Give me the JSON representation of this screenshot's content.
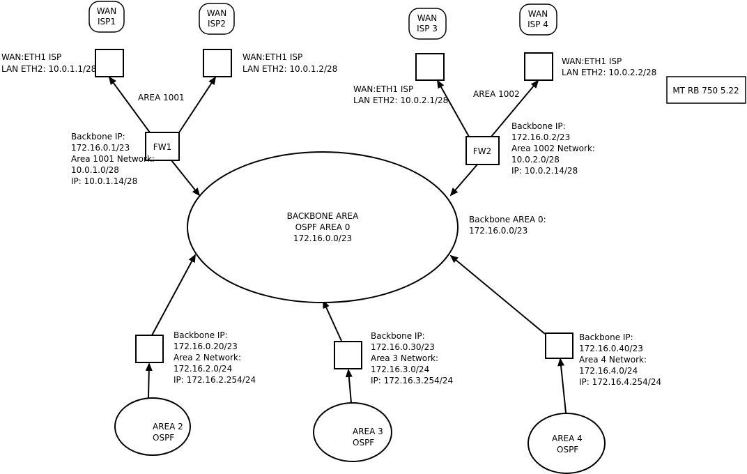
{
  "wan_clouds": {
    "isp1": [
      "WAN",
      "ISP1"
    ],
    "isp2": [
      "WAN",
      "ISP2"
    ],
    "isp3": [
      "WAN",
      "ISP 3"
    ],
    "isp4": [
      "WAN",
      "ISP 4"
    ]
  },
  "router_labels": {
    "r1": [
      "WAN:ETH1 ISP",
      "LAN ETH2: 10.0.1.1/28"
    ],
    "r2": [
      "WAN:ETH1 ISP",
      "LAN ETH2: 10.0.1.2/28"
    ],
    "r3": [
      "WAN:ETH1 ISP",
      "LAN ETH2: 10.0.2.1/28"
    ],
    "r4": [
      "WAN:ETH1 ISP",
      "LAN ETH2: 10.0.2.2/28"
    ]
  },
  "area_labels": {
    "area1001": "AREA 1001",
    "area1002": "AREA 1002"
  },
  "firewalls": {
    "fw1": {
      "name": "FW1",
      "info": [
        "Backbone IP:",
        "172.16.0.1/23",
        "Area 1001 Network:",
        "10.0.1.0/28",
        "IP: 10.0.1.14/28"
      ]
    },
    "fw2": {
      "name": "FW2",
      "info": [
        "Backbone IP:",
        "172.16.0.2/23",
        "Area 1002 Network:",
        "10.0.2.0/28",
        "IP: 10.0.2.14/28"
      ]
    }
  },
  "model_box": "MT RB 750 5.22",
  "backbone": {
    "ellipse": [
      "BACKBONE AREA",
      "OSPF AREA 0",
      "172.16.0.0/23"
    ],
    "side_label": [
      "Backbone AREA 0:",
      "172.16.0.0/23"
    ]
  },
  "area_routers": {
    "a2": [
      "Backbone IP:",
      "172.16.0.20/23",
      "Area 2 Network:",
      "172.16.2.0/24",
      "IP: 172.16.2.254/24"
    ],
    "a3": [
      "Backbone IP:",
      "172.16.0.30/23",
      "Area 3 Network:",
      "172.16.3.0/24",
      "IP: 172.16.3.254/24"
    ],
    "a4": [
      "Backbone IP:",
      "172.16.0.40/23",
      "Area 4 Network:",
      "172.16.4.0/24",
      "IP: 172.16.4.254/24"
    ]
  },
  "ospf_areas": {
    "a2": [
      "AREA 2",
      "OSPF"
    ],
    "a3": [
      "AREA 3",
      "OSPF"
    ],
    "a4": [
      "AREA 4",
      "OSPF"
    ]
  }
}
